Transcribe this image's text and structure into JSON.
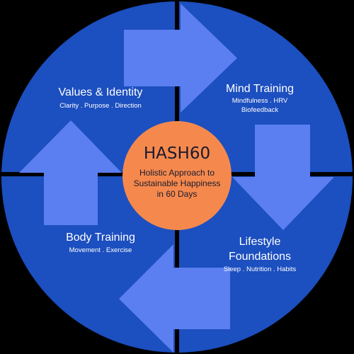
{
  "colors": {
    "background": "#000000",
    "quadrant": "#1c4fbf",
    "arrow": "#5b7ff0",
    "divider": "#000000",
    "center": "#f5894d",
    "text": "#ffffff",
    "center_text": "#1a1a2e"
  },
  "center": {
    "title": "HASH60",
    "subtitle": "Holistic Approach to Sustainable Happiness in 60 Days"
  },
  "quadrants": {
    "values": {
      "title": "Values & Identity",
      "subtitle": "Clarity . Purpose . Direction"
    },
    "mind": {
      "title": "Mind Training",
      "subtitle_line1": "Mindfulness . HRV",
      "subtitle_line2": "Biofeedback"
    },
    "body": {
      "title": "Body Training",
      "subtitle": "Movement . Exercise"
    },
    "lifestyle": {
      "title_line1": "Lifestyle",
      "title_line2": "Foundations",
      "subtitle": "Sleep . Nutrition . Habits"
    }
  }
}
